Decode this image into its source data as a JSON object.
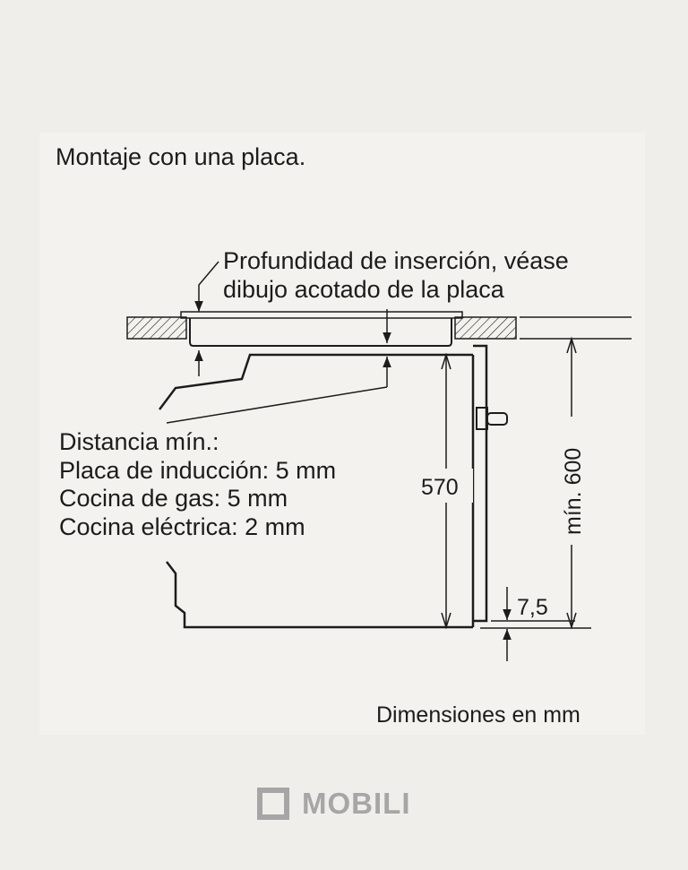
{
  "title": "Montaje con una placa.",
  "depth_note": {
    "line1": "Profundidad de inserción, véase",
    "line2": "dibujo acotado de la placa"
  },
  "distance": {
    "heading": "Distancia mín.:",
    "items": [
      "Placa de inducción: 5 mm",
      "Cocina de gas: 5 mm",
      "Cocina eléctrica: 2 mm"
    ]
  },
  "dimensions": {
    "height_570": "570",
    "min_600": "mín. 600",
    "gap_7_5": "7,5"
  },
  "footer_note": "Dimensiones en mm",
  "brand": "MOBILI",
  "colors": {
    "ink": "#1c1c1c",
    "background": "#efeeea",
    "panel": "#f3f2ee",
    "brand_grey": "#a6a6a6"
  }
}
